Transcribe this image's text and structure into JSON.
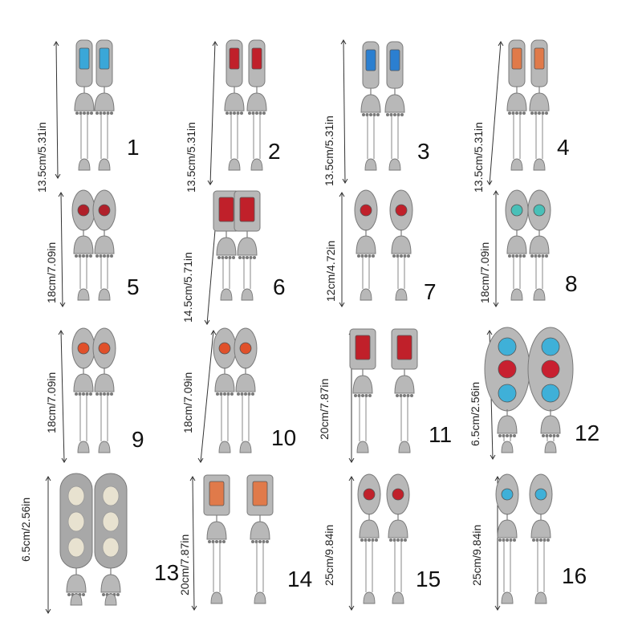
{
  "items": [
    {
      "num": "1",
      "dim": "13.5cm/5.31in",
      "gem": "#3aa7d8",
      "style": "bar"
    },
    {
      "num": "2",
      "dim": "13.5cm/5.31in",
      "gem": "#c0202a",
      "style": "bar"
    },
    {
      "num": "3",
      "dim": "13.5cm/5.31in",
      "gem": "#2b7fd0",
      "style": "bar"
    },
    {
      "num": "4",
      "dim": "13.5cm/5.31in",
      "gem": "#e07a4a",
      "style": "bar"
    },
    {
      "num": "5",
      "dim": "18cm/7.09in",
      "gem": "#b0202a",
      "style": "ornate"
    },
    {
      "num": "6",
      "dim": "14.5cm/5.71in",
      "gem": "#c0202a",
      "style": "rect"
    },
    {
      "num": "7",
      "dim": "12cm/4.72in",
      "gem": "#c0202a",
      "style": "ornate"
    },
    {
      "num": "8",
      "dim": "18cm/7.09in",
      "gem": "#49c0b8",
      "style": "ornate"
    },
    {
      "num": "9",
      "dim": "18cm/7.09in",
      "gem": "#e0502a",
      "style": "ornate"
    },
    {
      "num": "10",
      "dim": "18cm/7.09in",
      "gem": "#e0502a",
      "style": "ornate"
    },
    {
      "num": "11",
      "dim": "20cm/7.87in",
      "gem": "#c0202a",
      "style": "rect"
    },
    {
      "num": "12",
      "dim": "6.5cm/2.56in",
      "gem": "#3fb0d8",
      "style": "big"
    },
    {
      "num": "13",
      "dim": "6.5cm/2.56in",
      "gem": "#e8e2d0",
      "style": "oval"
    },
    {
      "num": "14",
      "dim": "20cm/7.87in",
      "gem": "#e07a4a",
      "style": "rect"
    },
    {
      "num": "15",
      "dim": "25cm/9.84in",
      "gem": "#c0202a",
      "style": "ornate"
    },
    {
      "num": "16",
      "dim": "25cm/9.84in",
      "gem": "#3fb0d8",
      "style": "ornate"
    }
  ],
  "colors": {
    "silver": "#b8b8b8",
    "silver_dark": "#7a7a7a",
    "text": "#111111"
  }
}
